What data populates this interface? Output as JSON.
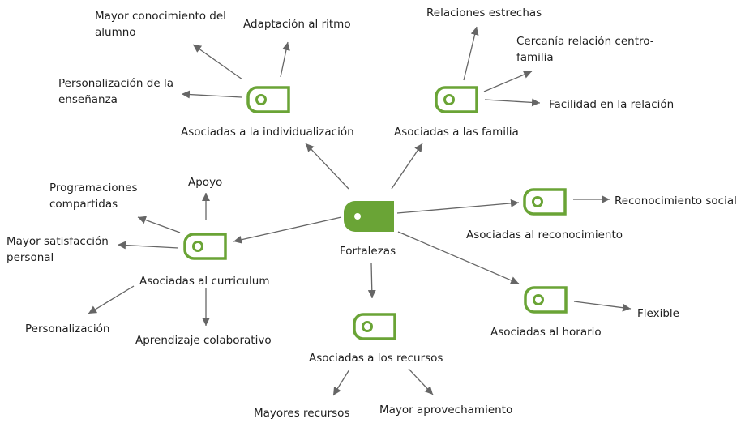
{
  "accent_color": "#6aa436",
  "arrow_color": "#666666",
  "tag_icon": "tag-icon",
  "center": {
    "id": "fortalezas",
    "label": "Fortalezas"
  },
  "categories": [
    {
      "id": "individualizacion",
      "label": "Asociadas a la individualización"
    },
    {
      "id": "familia",
      "label": "Asociadas a las familia"
    },
    {
      "id": "reconocimiento",
      "label": "Asociadas al reconocimiento"
    },
    {
      "id": "horario",
      "label": "Asociadas al horario"
    },
    {
      "id": "recursos",
      "label": "Asociadas a los recursos"
    },
    {
      "id": "curriculum",
      "label": "Asociadas al curriculum"
    }
  ],
  "leaves": {
    "mayor_conocimiento": [
      "Mayor conocimiento del",
      "alumno"
    ],
    "adaptacion_ritmo": [
      "Adaptación al ritmo"
    ],
    "personalizacion_ensenanza": [
      "Personalización de la",
      "enseñanza"
    ],
    "relaciones_estrechas": [
      "Relaciones estrechas"
    ],
    "cercania": [
      "Cercanía relación centro-",
      "familia"
    ],
    "facilidad": [
      "Facilidad en la relación"
    ],
    "reconocimiento_social": [
      "Reconocimiento social"
    ],
    "flexible": [
      "Flexible"
    ],
    "mayores_recursos": [
      "Mayores recursos"
    ],
    "mayor_aprovechamiento": [
      "Mayor aprovechamiento"
    ],
    "programaciones": [
      "Programaciones",
      "compartidas"
    ],
    "apoyo": [
      "Apoyo"
    ],
    "mayor_satisfaccion": [
      "Mayor satisfacción",
      "personal"
    ],
    "personalizacion": [
      "Personalización"
    ],
    "aprendizaje": [
      "Aprendizaje colaborativo"
    ]
  }
}
